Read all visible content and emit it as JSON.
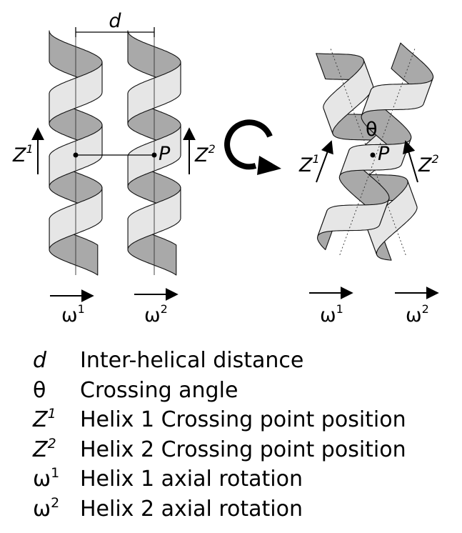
{
  "diagram": {
    "distance_label": "d",
    "point_label_left": "P",
    "point_label_right": "P",
    "angle_label": "θ",
    "z_base": "Z",
    "z1_sup": "1",
    "z2_sup": "2",
    "omega_base": "ω",
    "omega1_sup": "1",
    "omega2_sup": "2",
    "rotation_icon": "clockwise-arrow-icon"
  },
  "legend": [
    {
      "symbol": "d",
      "sup": "",
      "italic": true,
      "text": "Inter-helical distance"
    },
    {
      "symbol": "θ",
      "sup": "",
      "italic": false,
      "text": "Crossing angle"
    },
    {
      "symbol": "Z",
      "sup": "1",
      "italic": true,
      "text": "Helix 1 Crossing point position"
    },
    {
      "symbol": "Z",
      "sup": "2",
      "italic": true,
      "text": "Helix 2 Crossing point position"
    },
    {
      "symbol": "ω",
      "sup": "1",
      "italic": false,
      "text": "Helix 1 axial rotation"
    },
    {
      "symbol": "ω",
      "sup": "2",
      "italic": false,
      "text": "Helix 2 axial rotation"
    }
  ],
  "colors": {
    "ribbon_front": "#e6e6e6",
    "ribbon_back": "#a9a9a9",
    "stroke": "#111111"
  }
}
